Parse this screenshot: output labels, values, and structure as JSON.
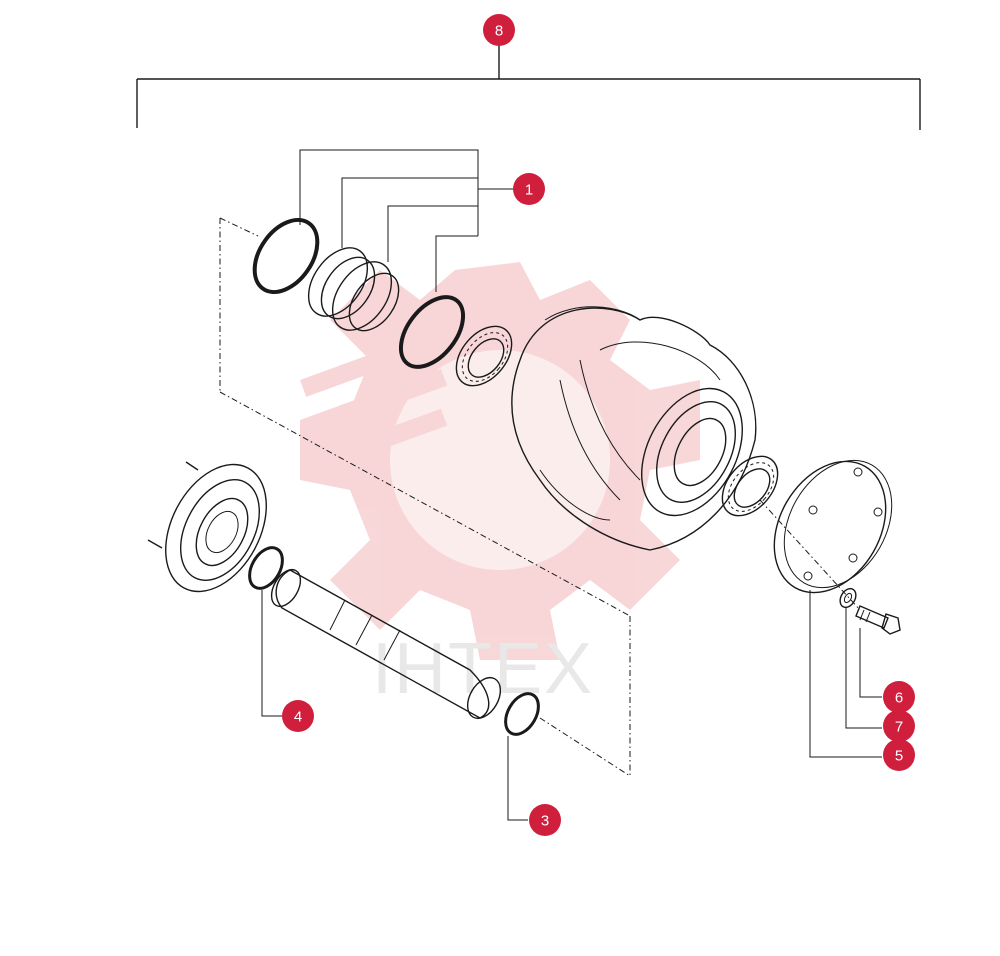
{
  "watermark": {
    "text": "IHTEX",
    "color": "#e8e8e8",
    "gear_color": "#f6c9cc"
  },
  "callout_color": "#d01f3c",
  "callouts": [
    {
      "id": "8",
      "label": "8"
    },
    {
      "id": "1",
      "label": "1"
    },
    {
      "id": "4",
      "label": "4"
    },
    {
      "id": "3",
      "label": "3"
    },
    {
      "id": "6",
      "label": "6"
    },
    {
      "id": "7",
      "label": "7"
    },
    {
      "id": "5",
      "label": "5"
    }
  ]
}
